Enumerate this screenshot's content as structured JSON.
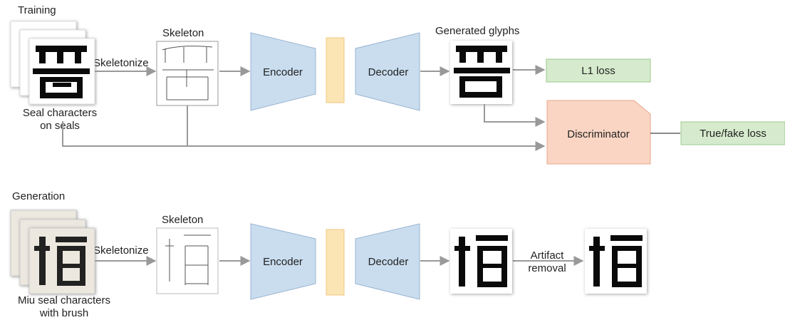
{
  "training": {
    "section_title": "Training",
    "input_caption_line1": "Seal characters",
    "input_caption_line2": "on seals",
    "skeletonize_label": "Skeletonize",
    "skeleton_title": "Skeleton",
    "encoder_label": "Encoder",
    "decoder_label": "Decoder",
    "generated_title": "Generated glyphs",
    "l1_loss_label": "L1 loss",
    "discriminator_label": "Discriminator",
    "truefake_loss_label": "True/fake loss"
  },
  "generation": {
    "section_title": "Generation",
    "input_caption_line1": "Miu seal characters",
    "input_caption_line2": "with brush",
    "skeletonize_label": "Skeletonize",
    "skeleton_title": "Skeleton",
    "encoder_label": "Encoder",
    "decoder_label": "Decoder",
    "artifact_label_line1": "Artifact",
    "artifact_label_line2": "removal"
  },
  "colors": {
    "encoder_fill": "#c9ddef",
    "latent_fill": "#fbe5b5",
    "loss_fill": "#d6ebcd",
    "discriminator_fill": "#fad5c3",
    "arrow": "#999999"
  }
}
